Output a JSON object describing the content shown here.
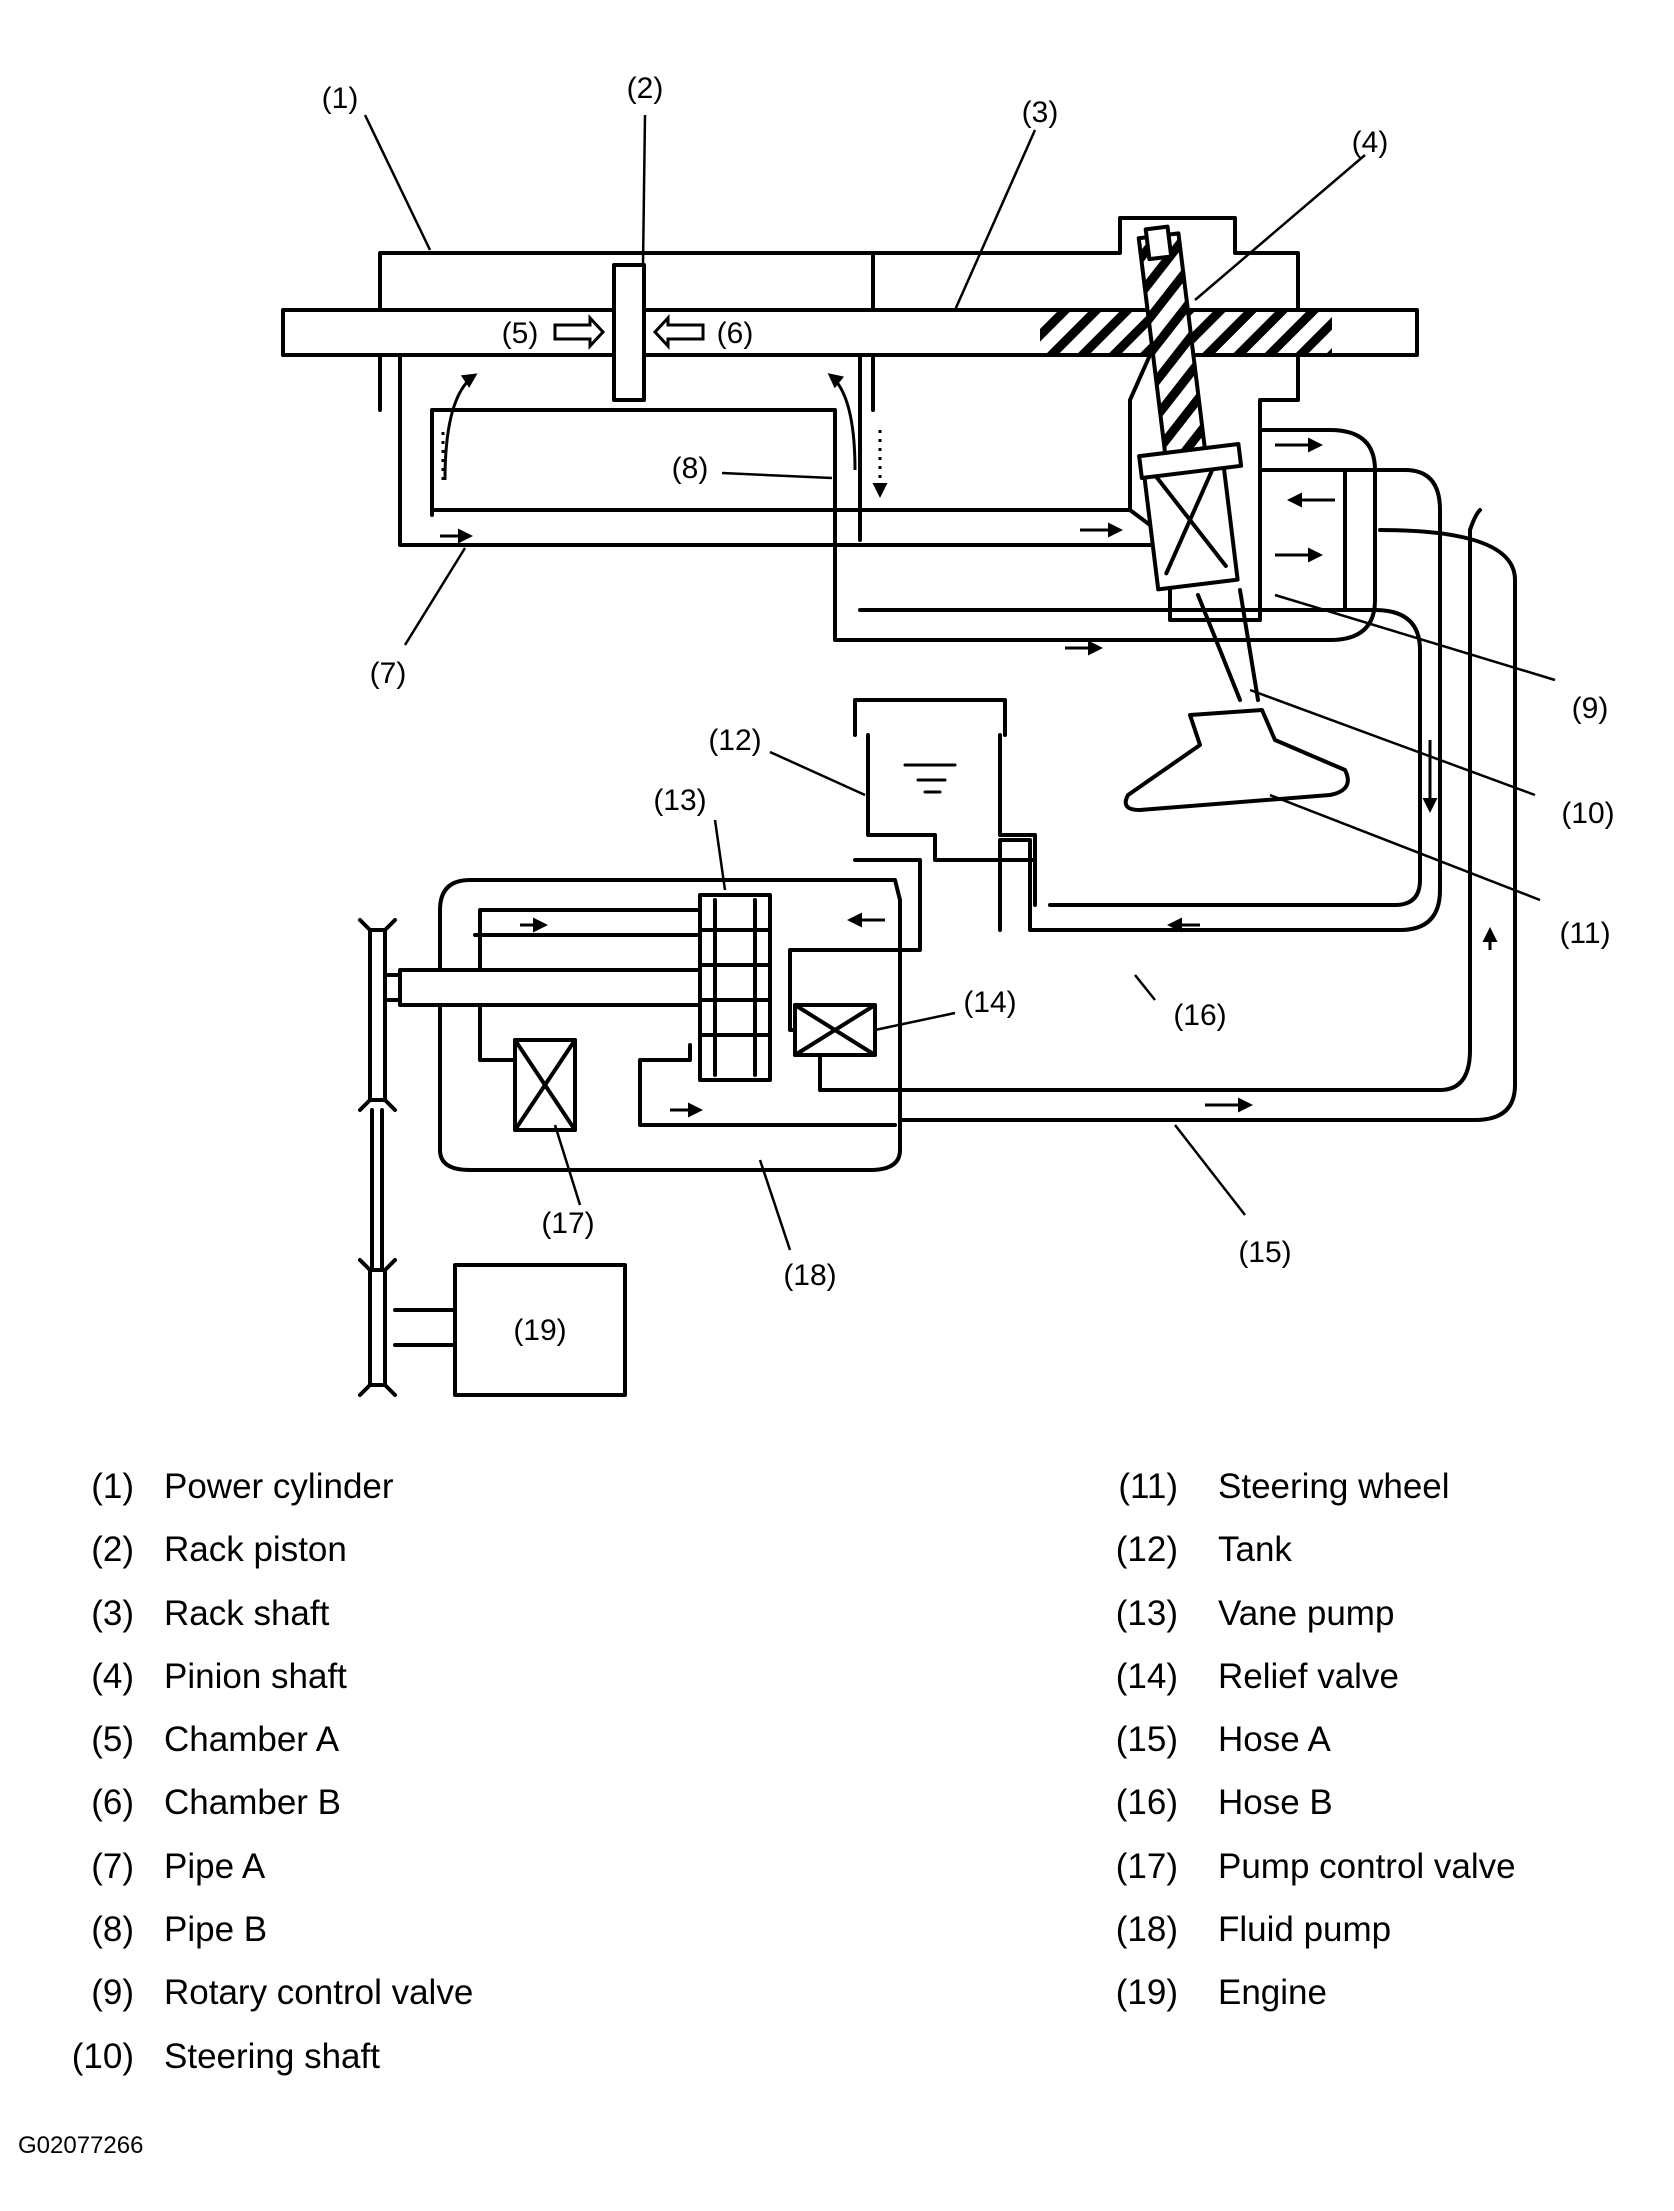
{
  "callouts": [
    "(1)",
    "(2)",
    "(3)",
    "(4)",
    "(5)",
    "(6)",
    "(7)",
    "(8)",
    "(9)",
    "(10)",
    "(11)",
    "(12)",
    "(13)",
    "(14)",
    "(15)",
    "(16)",
    "(17)",
    "(18)",
    "(19)"
  ],
  "legend": {
    "left": [
      {
        "num": "(1)",
        "label": "Power cylinder"
      },
      {
        "num": "(2)",
        "label": "Rack piston"
      },
      {
        "num": "(3)",
        "label": "Rack shaft"
      },
      {
        "num": "(4)",
        "label": "Pinion shaft"
      },
      {
        "num": "(5)",
        "label": "Chamber A"
      },
      {
        "num": "(6)",
        "label": "Chamber B"
      },
      {
        "num": "(7)",
        "label": "Pipe A"
      },
      {
        "num": "(8)",
        "label": "Pipe B"
      },
      {
        "num": "(9)",
        "label": "Rotary control valve"
      },
      {
        "num": "(10)",
        "label": "Steering shaft"
      }
    ],
    "right": [
      {
        "num": "(11)",
        "label": "Steering wheel"
      },
      {
        "num": "(12)",
        "label": "Tank"
      },
      {
        "num": "(13)",
        "label": "Vane pump"
      },
      {
        "num": "(14)",
        "label": "Relief valve"
      },
      {
        "num": "(15)",
        "label": "Hose A"
      },
      {
        "num": "(16)",
        "label": "Hose B"
      },
      {
        "num": "(17)",
        "label": "Pump control valve"
      },
      {
        "num": "(18)",
        "label": "Fluid pump"
      },
      {
        "num": "(19)",
        "label": "Engine"
      }
    ]
  },
  "figure_code": "G02077266"
}
